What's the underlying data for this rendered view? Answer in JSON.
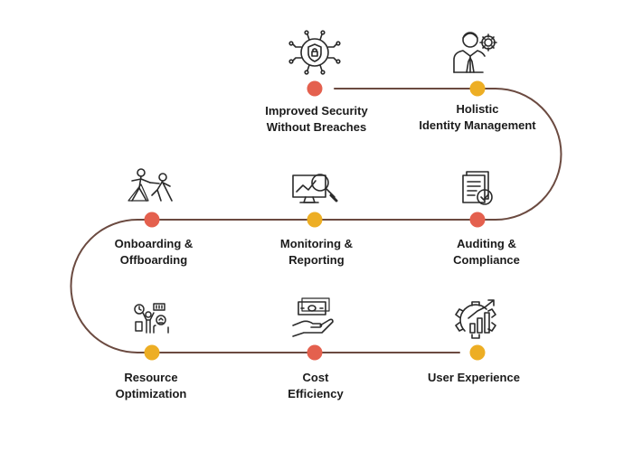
{
  "colors": {
    "path": "#6b4a40",
    "red": "#e4604e",
    "yellow": "#edae24",
    "icon": "#2a2a2a"
  },
  "steps": [
    {
      "id": "improved-security",
      "lines": [
        "Improved Security",
        "Without Breaches"
      ],
      "dot": "red",
      "icon": "shield-chip-icon"
    },
    {
      "id": "holistic-identity",
      "lines": [
        "Holistic",
        "Identity Management"
      ],
      "dot": "yellow",
      "icon": "user-gear-icon"
    },
    {
      "id": "auditing-compliance",
      "lines": [
        "Auditing &",
        "Compliance"
      ],
      "dot": "red",
      "icon": "document-check-icon"
    },
    {
      "id": "monitoring-reporting",
      "lines": [
        "Monitoring &",
        "Reporting"
      ],
      "dot": "yellow",
      "icon": "monitor-magnifier-icon"
    },
    {
      "id": "onboarding-offboarding",
      "lines": [
        "Onboarding &",
        "Offboarding"
      ],
      "dot": "red",
      "icon": "people-helping-icon"
    },
    {
      "id": "resource-optimization",
      "lines": [
        "Resource",
        "Optimization"
      ],
      "dot": "yellow",
      "icon": "resource-people-icon"
    },
    {
      "id": "cost-efficiency",
      "lines": [
        "Cost",
        "Efficiency"
      ],
      "dot": "red",
      "icon": "hand-money-icon"
    },
    {
      "id": "user-experience",
      "lines": [
        "User Experience"
      ],
      "dot": "yellow",
      "icon": "gear-growth-icon"
    }
  ]
}
